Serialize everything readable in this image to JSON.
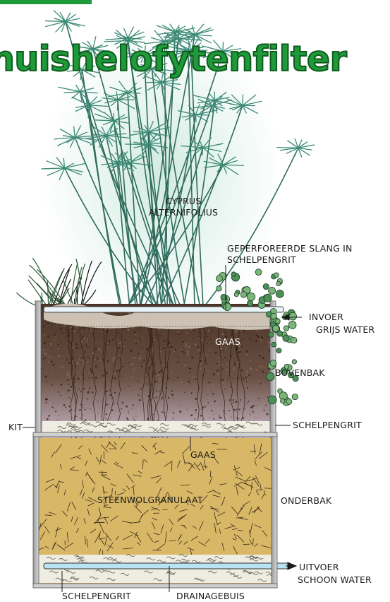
{
  "title": "huishelofytenfilter",
  "colors": {
    "title": "#1f9a3a",
    "soil": "#5a4232",
    "gravel": "#e8e4d8",
    "rockwool": "#d8b867",
    "pipe": "#b9e3f2",
    "plant": "#4f9b8a"
  },
  "labels": {
    "plant_l1": "CYPRUS",
    "plant_l2": "ALTERNIFOLIUS",
    "hose_l1": "GEPERFOREERDE SLANG IN",
    "hose_l2": "SCHELPENGRIT",
    "inlet_l1": "INVOER",
    "inlet_l2": "GRIJS WATER",
    "gauze_top": "GAAS",
    "upper_bin": "BOVENBAK",
    "kit": "KIT",
    "shell_grit_right": "SCHELPENGRIT",
    "gauze_mid": "GAAS",
    "rockwool": "STEENWOLGRANULAAT",
    "lower_bin": "ONDERBAK",
    "outlet_l1": "UITVOER",
    "outlet_l2": "SCHOON WATER",
    "shell_grit_bottom": "SCHELPENGRIT",
    "drain_pipe": "DRAINAGEBUIS"
  }
}
